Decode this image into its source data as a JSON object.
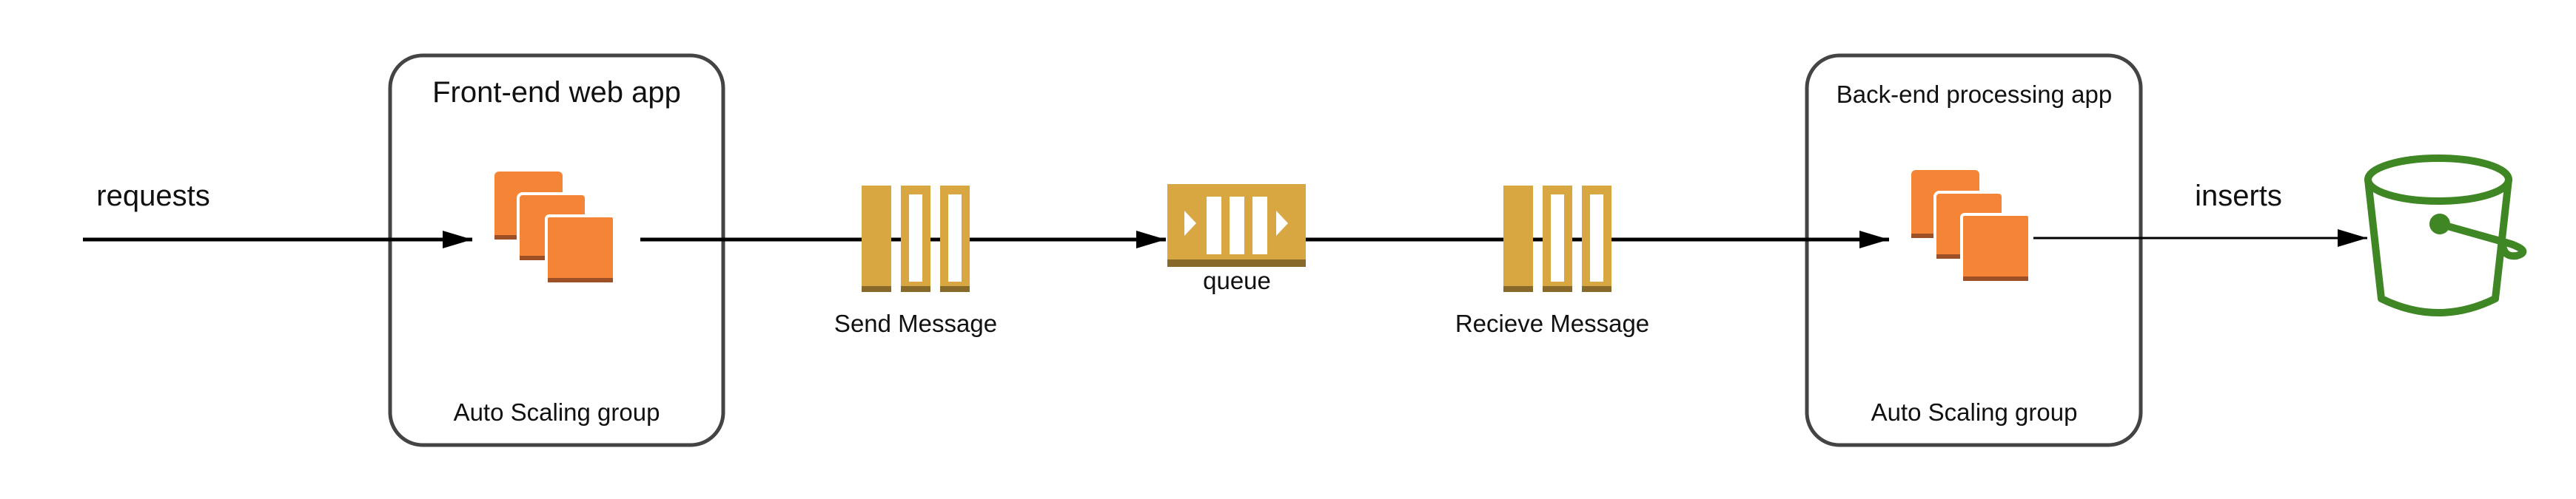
{
  "frontend": {
    "title": "Front-end web app",
    "subtitle": "Auto Scaling group"
  },
  "backend": {
    "title": "Back-end processing app",
    "subtitle": "Auto Scaling group"
  },
  "flow": {
    "requests_label": "requests",
    "send_label": "Send Message",
    "queue_label": "queue",
    "receive_label": "Recieve Message",
    "inserts_label": "inserts"
  },
  "icons": {
    "compute": "ec2-instances-icon",
    "send": "sqs-message-icon",
    "queue": "sqs-queue-icon",
    "receive": "sqs-message-icon",
    "storage": "s3-bucket-icon"
  },
  "colors": {
    "compute_orange": "#F58536",
    "compute_dark": "#9D5025",
    "sqs_gold": "#D9A741",
    "sqs_dark": "#876929",
    "s3_green": "#3F8624",
    "line": "#000000",
    "group_border": "#444444"
  }
}
